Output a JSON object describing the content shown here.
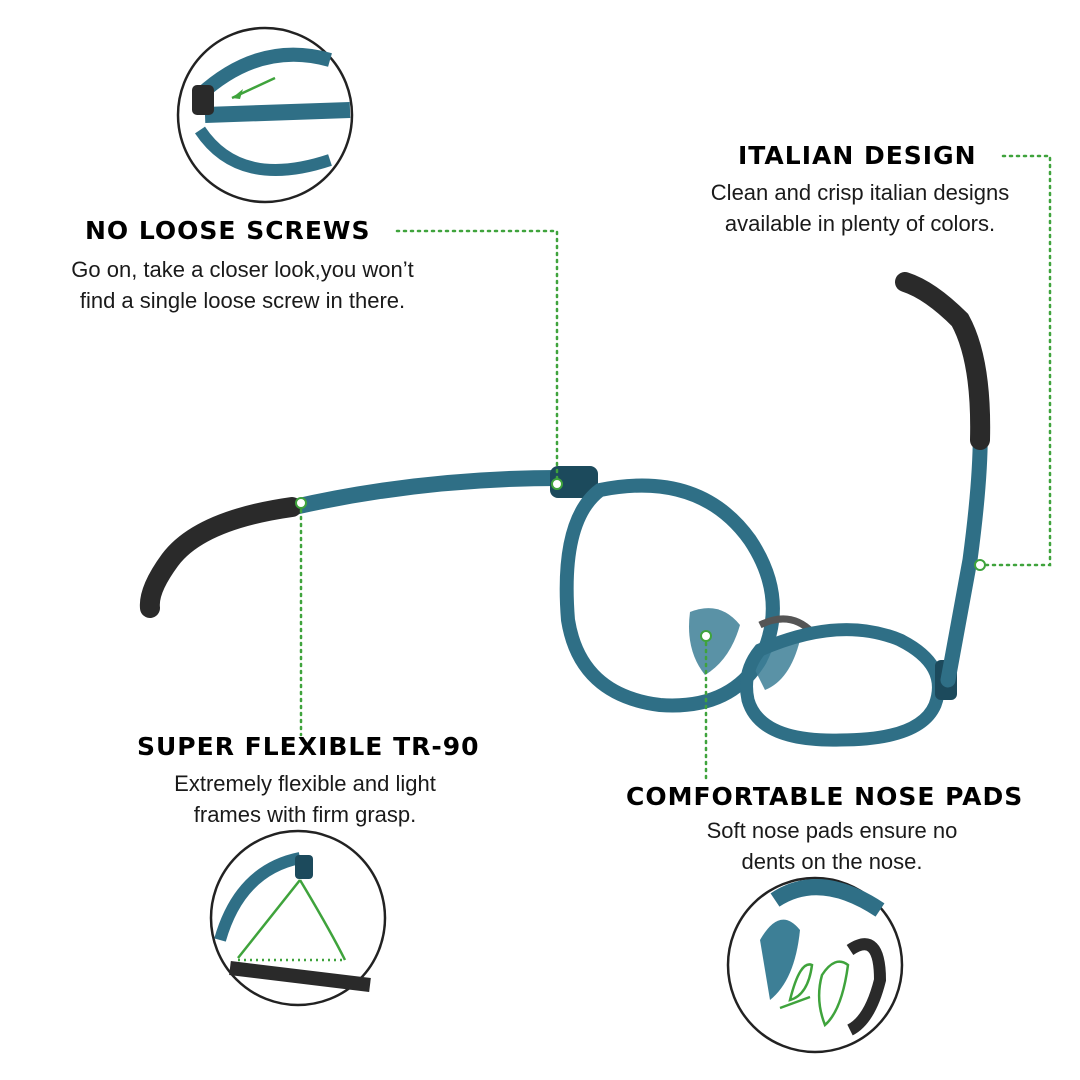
{
  "colors": {
    "accent_green": "#3fa33c",
    "frame_blue": "#2f6f86",
    "frame_dark": "#1c4a5c",
    "temple_tip": "#2a2a2a"
  },
  "features": {
    "loose_screws": {
      "title": "NO LOOSE SCREWS",
      "line1": "Go on, take a closer look,you won’t",
      "line2": "find a single loose screw in there."
    },
    "italian_design": {
      "title": "ITALIAN DESIGN",
      "line1": "Clean and crisp italian designs",
      "line2": "available in plenty of colors."
    },
    "flexible": {
      "title": "SUPER FLEXIBLE TR-90",
      "line1": "Extremely flexible and light",
      "line2": "frames with firm grasp."
    },
    "nose_pads": {
      "title": "COMFORTABLE NOSE PADS",
      "line1": "Soft nose pads ensure no",
      "line2": "dents on the nose."
    }
  }
}
